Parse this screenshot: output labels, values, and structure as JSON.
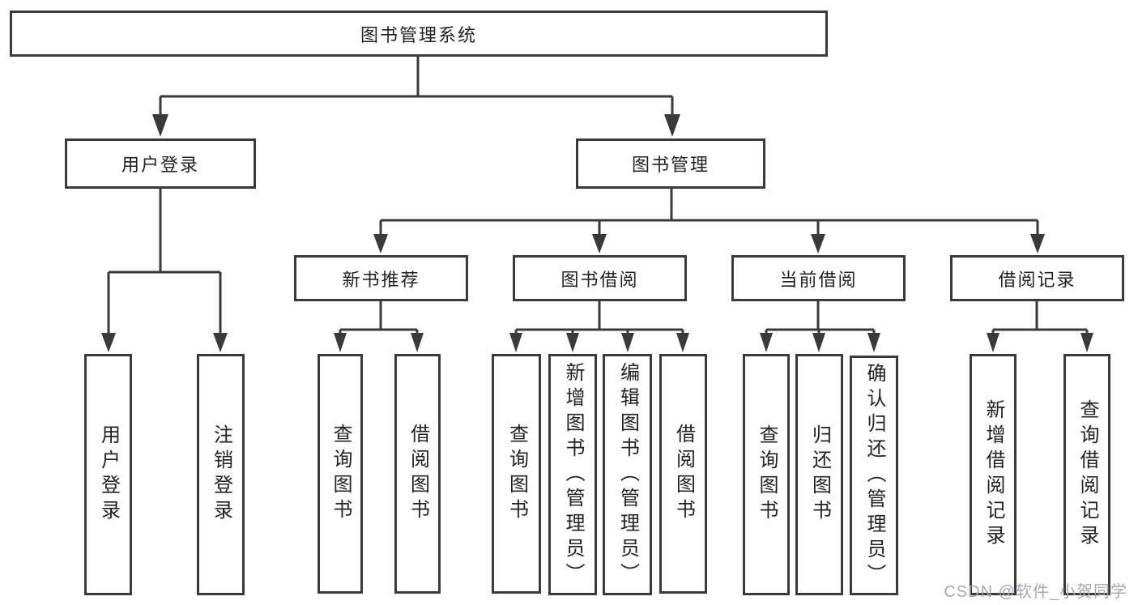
{
  "diagram": {
    "root_label": "图书管理系统",
    "watermark": "CSDN @软件_小贺同学",
    "colors": {
      "line": "#3a3a3a",
      "background": "#ffffff",
      "text": "#222222",
      "watermark": "#a0a3aa"
    },
    "branches": [
      {
        "label": "用户登录",
        "leaves": [
          {
            "label": "用户登录"
          },
          {
            "label": "注销登录"
          }
        ]
      },
      {
        "label": "图书管理",
        "groups": [
          {
            "label": "新书推荐",
            "leaves": [
              {
                "label": "查询图书"
              },
              {
                "label": "借阅图书"
              }
            ]
          },
          {
            "label": "图书借阅",
            "leaves": [
              {
                "label": "查询图书"
              },
              {
                "label": "新增图书（管理员）"
              },
              {
                "label": "编辑图书（管理员）"
              },
              {
                "label": "借阅图书"
              }
            ]
          },
          {
            "label": "当前借阅",
            "leaves": [
              {
                "label": "查询图书"
              },
              {
                "label": "归还图书"
              },
              {
                "label": "确认归还（管理员）"
              }
            ]
          },
          {
            "label": "借阅记录",
            "leaves": [
              {
                "label": "新增借阅记录"
              },
              {
                "label": "查询借阅记录"
              }
            ]
          }
        ]
      }
    ]
  }
}
